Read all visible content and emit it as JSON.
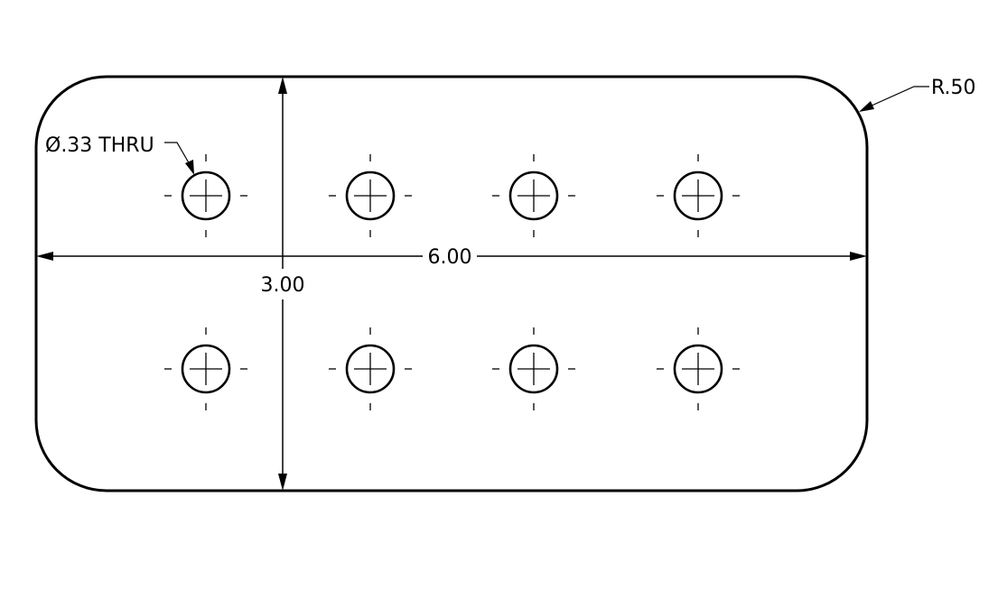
{
  "drawing": {
    "hole_callout": "Ø.33 THRU",
    "radius_callout": "R.50",
    "width_dimension": "6.00",
    "height_dimension": "3.00"
  },
  "holes": {
    "columns": 4,
    "rows": 2,
    "count": 8
  }
}
